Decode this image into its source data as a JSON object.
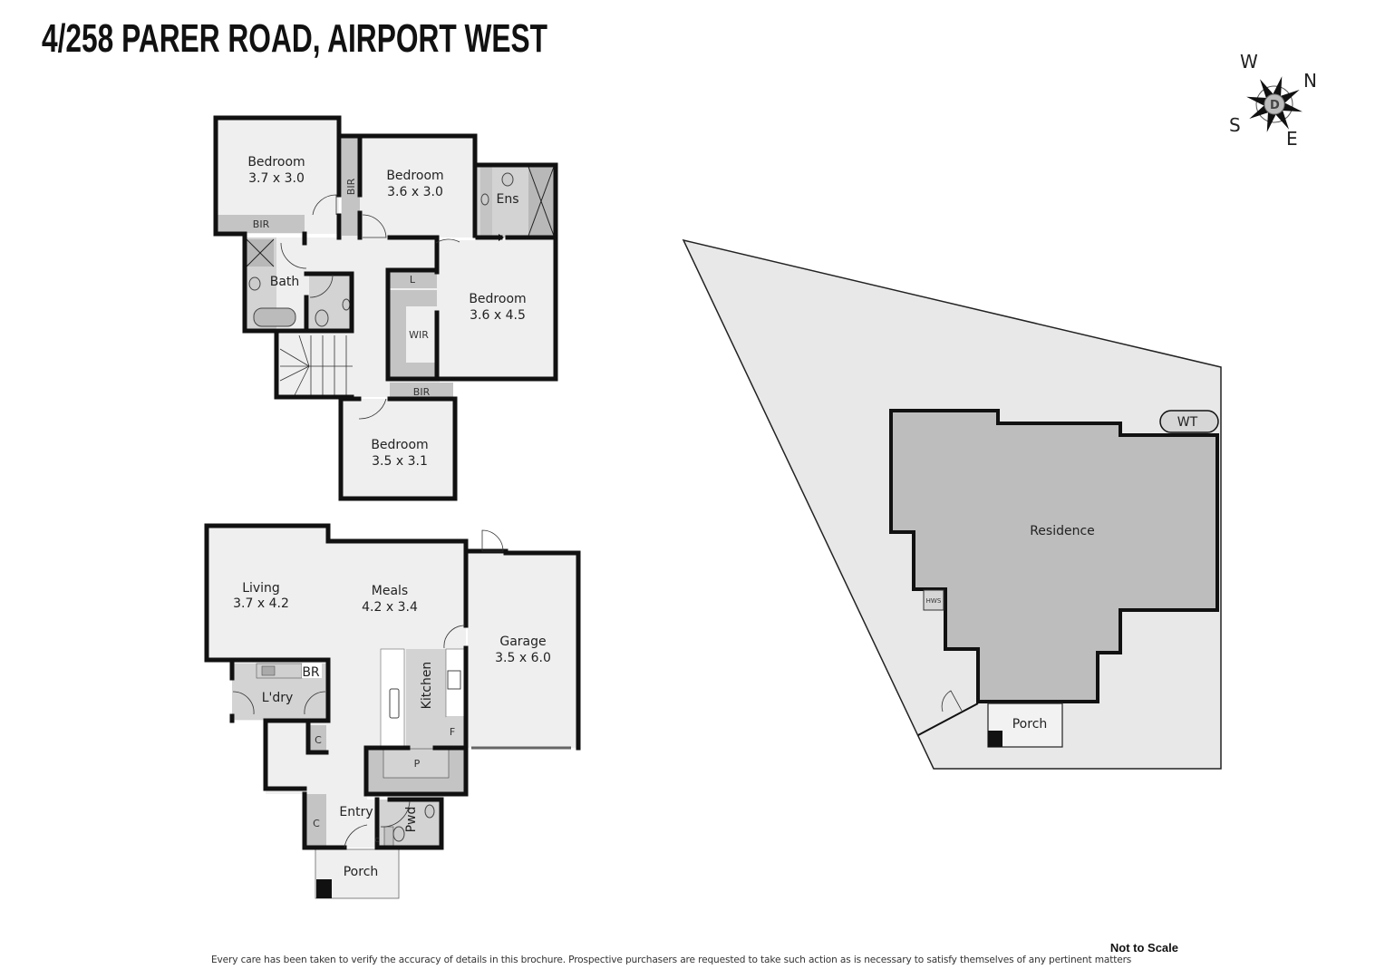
{
  "title": "4/258 PARER ROAD, AIRPORT WEST",
  "compass": {
    "w": "W",
    "n": "N",
    "s": "S",
    "e": "E",
    "center": "D"
  },
  "upper_floor": {
    "bed1": {
      "name": "Bedroom",
      "size": "3.7 x 3.0"
    },
    "bed2": {
      "name": "Bedroom",
      "size": "3.6 x 3.0"
    },
    "bed3": {
      "name": "Bedroom",
      "size": "3.6 x 4.5"
    },
    "bed4": {
      "name": "Bedroom",
      "size": "3.5 x 3.1"
    },
    "bir1": "BIR",
    "bir2": "BIR",
    "bir3": "BIR",
    "ens": "Ens",
    "bath": "Bath",
    "linen": "L",
    "wir": "WIR"
  },
  "ground_floor": {
    "living": {
      "name": "Living",
      "size": "3.7 x 4.2"
    },
    "meals": {
      "name": "Meals",
      "size": "4.2 x 3.4"
    },
    "garage": {
      "name": "Garage",
      "size": "3.5 x 6.0"
    },
    "kitchen": "Kitchen",
    "laundry": "L'dry",
    "br": "BR",
    "fridge": "F",
    "pantry": "P",
    "entry": "Entry",
    "pwd": "Pwd",
    "cupboard": "C",
    "porch": "Porch"
  },
  "site_plan": {
    "residence": "Residence",
    "water_tank": "WT",
    "hws": "HWS",
    "porch": "Porch"
  },
  "footer": {
    "not_to_scale": "Not to Scale",
    "disclaimer": "Every care has been taken to verify the accuracy of details in this brochure. Prospective purchasers are requested to take such action as is necessary to satisfy themselves of any pertinent matters"
  }
}
